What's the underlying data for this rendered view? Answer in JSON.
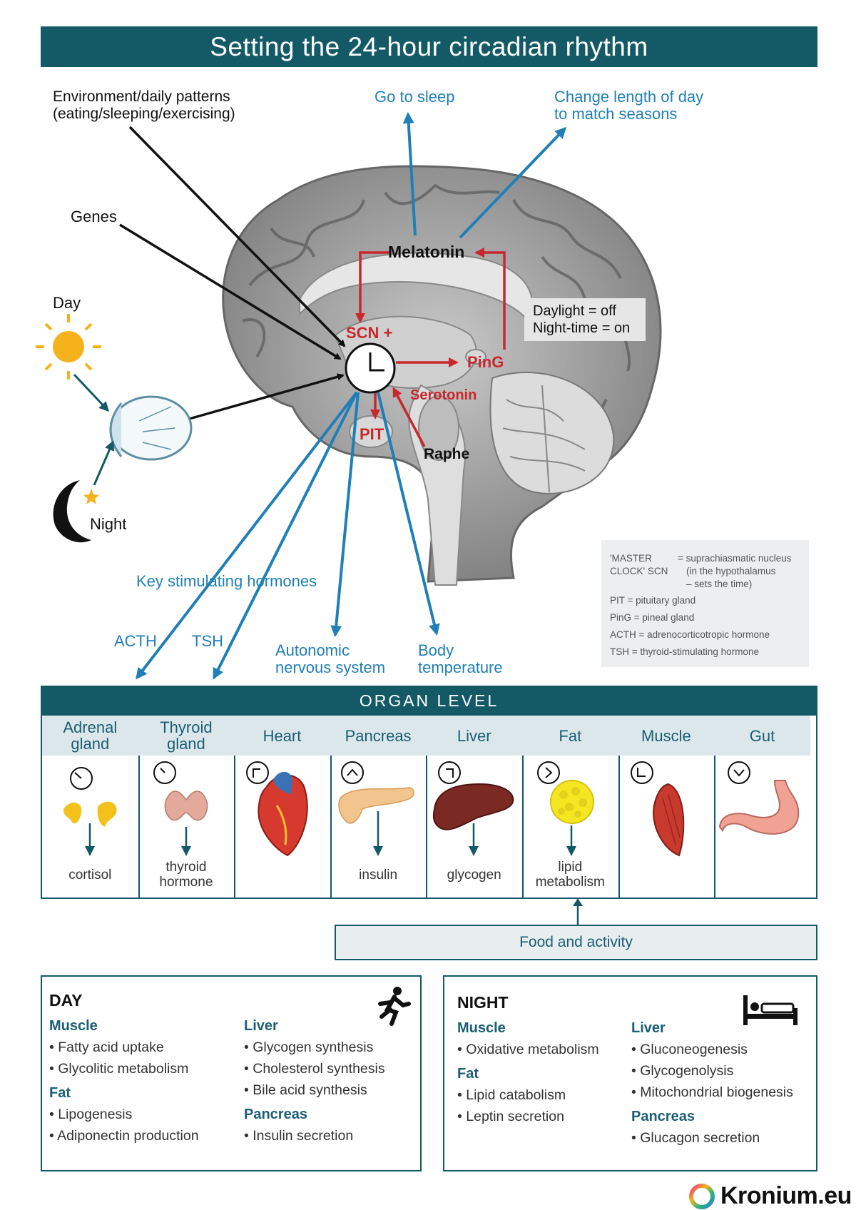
{
  "title": "Setting the 24-hour circadian rhythm",
  "labels": {
    "environment": [
      "Environment/daily patterns",
      "(eating/sleeping/exercising)"
    ],
    "genes": "Genes",
    "day": "Day",
    "night": "Night",
    "go_to_sleep": "Go to sleep",
    "change_length": [
      "Change length of day",
      "to match seasons"
    ],
    "melatonin": "Melatonin",
    "daylight": [
      "Daylight = off",
      "Night-time = on"
    ],
    "scn": "SCN +",
    "ping": "PinG",
    "serotonin": "Serotonin",
    "pit": "PIT",
    "raphe": "Raphe",
    "key_hormones": "Key stimulating hormones",
    "acth": "ACTH",
    "tsh": "TSH",
    "autonomic": [
      "Autonomic",
      "nervous system"
    ],
    "body_temp": [
      "Body",
      "temperature"
    ]
  },
  "legend": {
    "master": [
      "'MASTER",
      "CLOCK' SCN"
    ],
    "master_def": [
      "= suprachiasmatic nucleus",
      "(in the hypothalamus",
      "– sets the time)"
    ],
    "items": [
      "PIT = pituitary gland",
      "PinG = pineal gland",
      "ACTH = adrenocorticotropic hormone",
      "TSH = thyroid-stimulating hormone"
    ]
  },
  "organ_level": {
    "header": "ORGAN LEVEL",
    "columns": [
      {
        "name": [
          "Adrenal",
          "gland"
        ],
        "output": [
          "cortisol"
        ]
      },
      {
        "name": [
          "Thyroid",
          "gland"
        ],
        "output": [
          "thyroid",
          "hormone"
        ]
      },
      {
        "name": [
          "Heart"
        ],
        "output": []
      },
      {
        "name": [
          "Pancreas"
        ],
        "output": [
          "insulin"
        ]
      },
      {
        "name": [
          "Liver"
        ],
        "output": [
          "glycogen"
        ]
      },
      {
        "name": [
          "Fat"
        ],
        "output": [
          "lipid",
          "metabolism"
        ]
      },
      {
        "name": [
          "Muscle"
        ],
        "output": []
      },
      {
        "name": [
          "Gut"
        ],
        "output": []
      }
    ],
    "food_activity": "Food and activity"
  },
  "day_panel": {
    "title": "DAY",
    "muscle": {
      "heading": "Muscle",
      "items": [
        "Fatty acid uptake",
        "Glycolitic metabolism"
      ]
    },
    "fat": {
      "heading": "Fat",
      "items": [
        "Lipogenesis",
        "Adiponectin production"
      ]
    },
    "liver": {
      "heading": "Liver",
      "items": [
        "Glycogen synthesis",
        "Cholesterol synthesis",
        "Bile acid synthesis"
      ]
    },
    "pancreas": {
      "heading": "Pancreas",
      "items": [
        "Insulin secretion"
      ]
    }
  },
  "night_panel": {
    "title": "NIGHT",
    "muscle": {
      "heading": "Muscle",
      "items": [
        "Oxidative metabolism"
      ]
    },
    "fat": {
      "heading": "Fat",
      "items": [
        "Lipid catabolism",
        "Leptin secretion"
      ]
    },
    "liver": {
      "heading": "Liver",
      "items": [
        "Gluconeogenesis",
        "Glycogenolysis",
        "Mitochondrial biogenesis"
      ]
    },
    "pancreas": {
      "heading": "Pancreas",
      "items": [
        "Glucagon secretion"
      ]
    }
  },
  "brand": "Kronium.eu",
  "colors": {
    "teal": "#135a66",
    "red": "#c8282d",
    "blue": "#1f7fb6",
    "header_fill": "#dbe7ea"
  }
}
